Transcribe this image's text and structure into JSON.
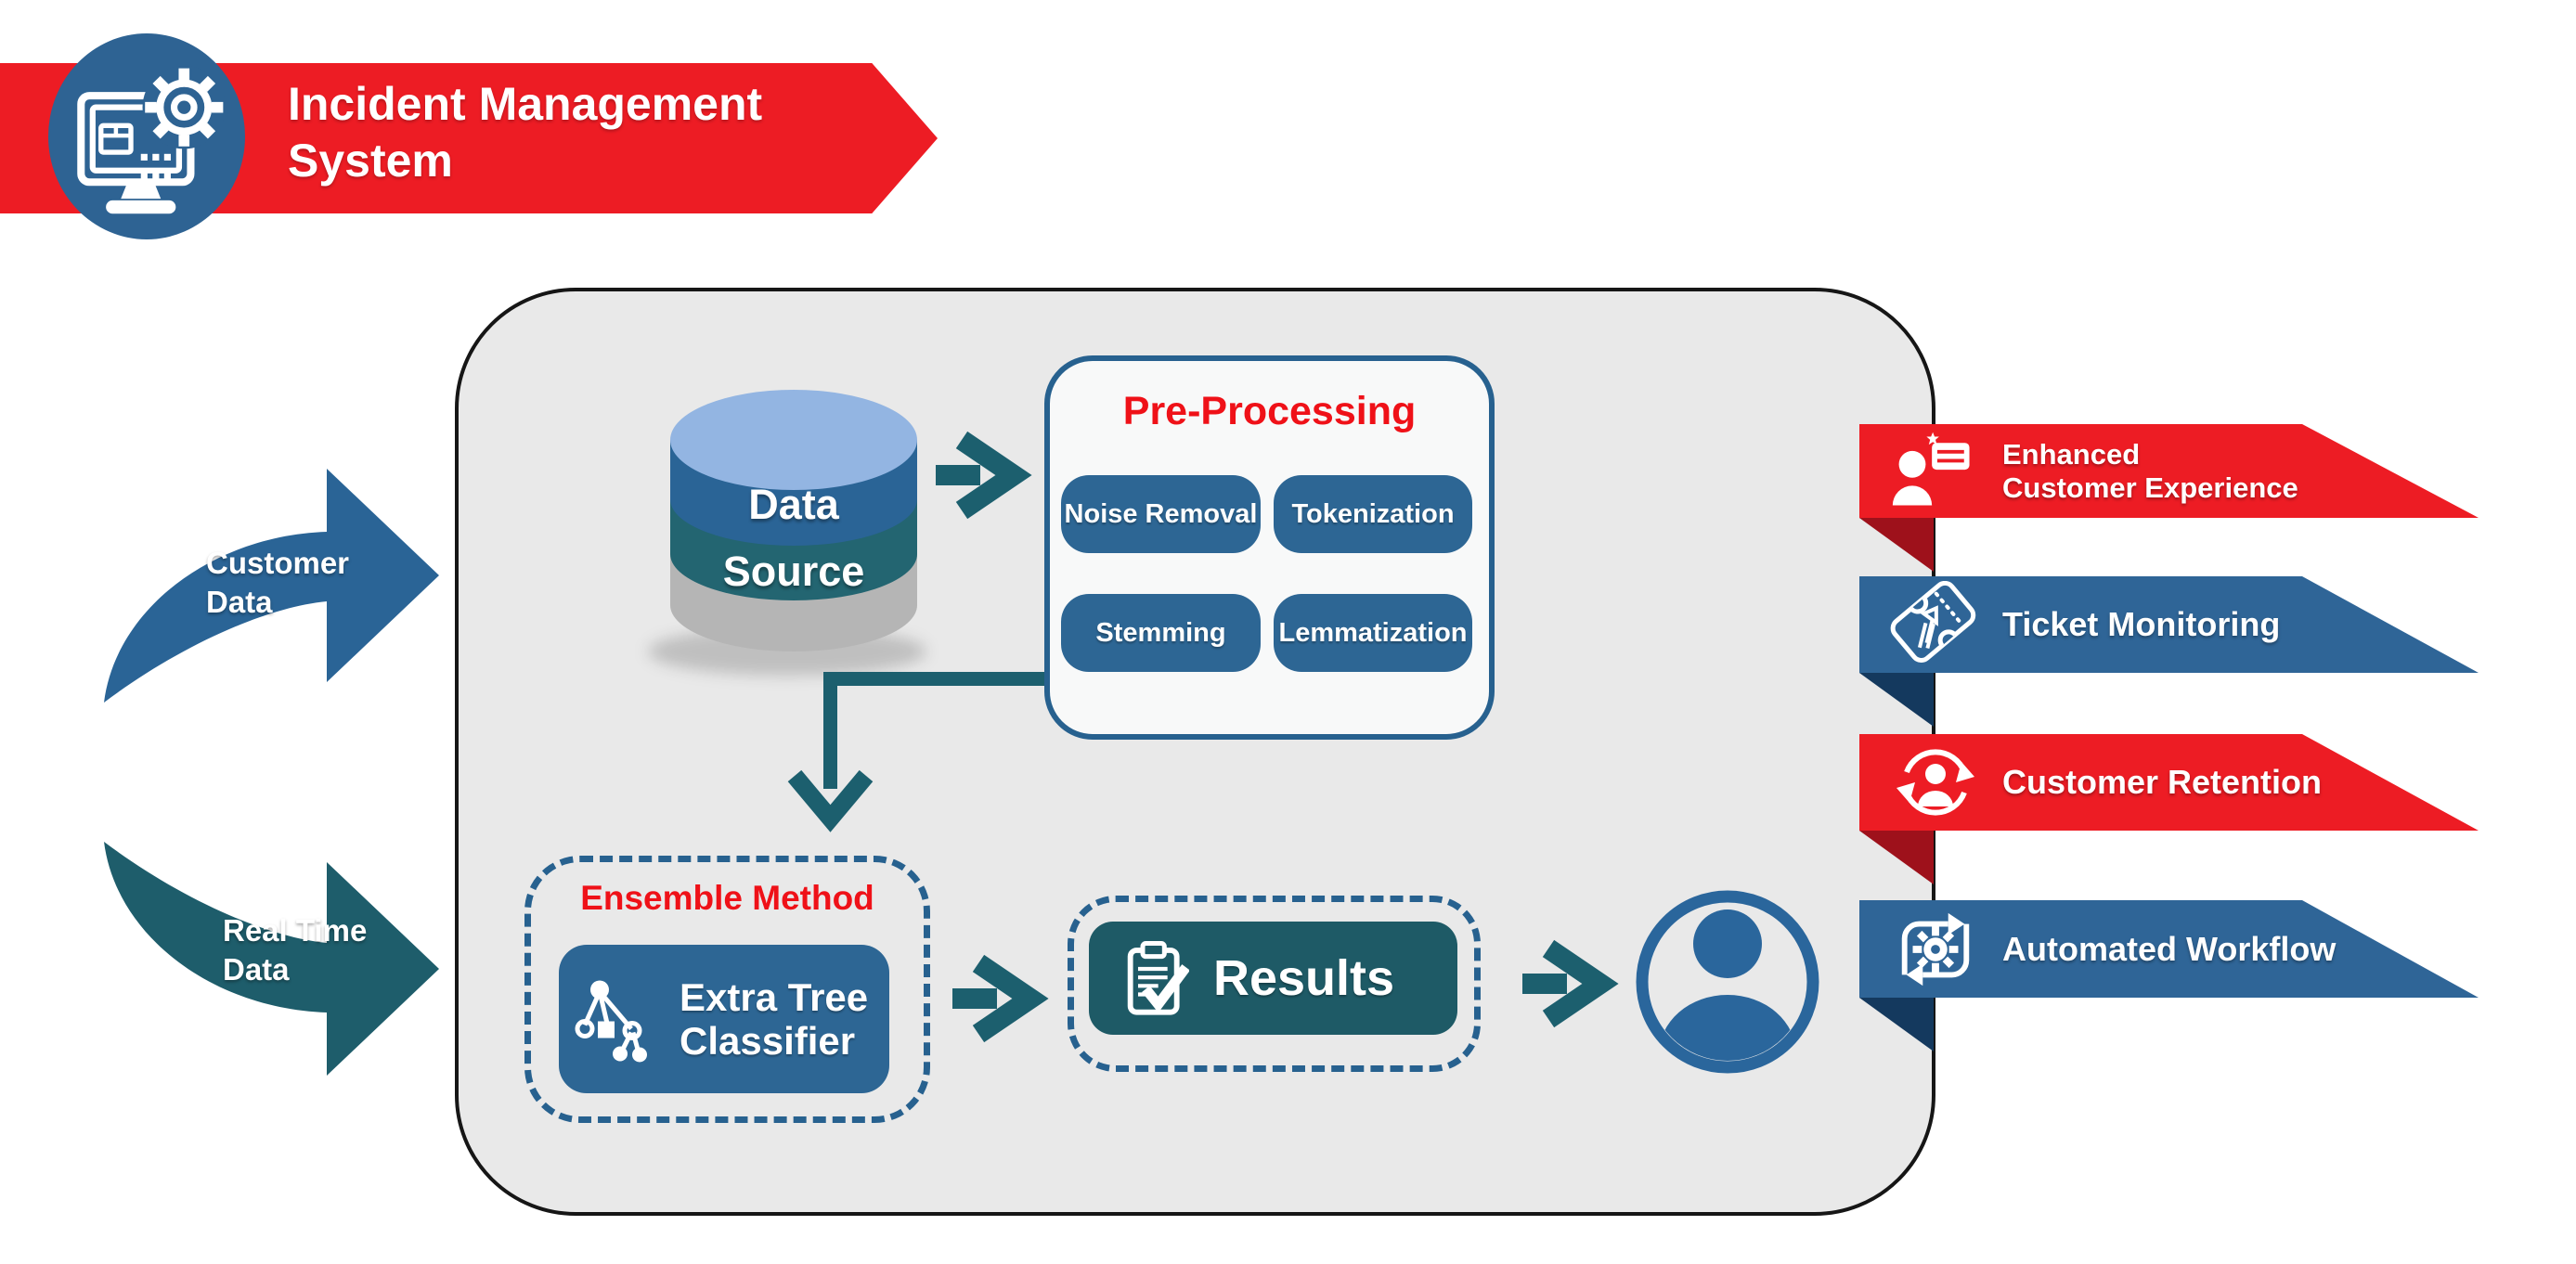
{
  "header": {
    "line1": "Incident Management",
    "line2": "System",
    "icon": "computer-gear-icon"
  },
  "input_arrows": [
    {
      "line1": "Customer",
      "line2": "Data",
      "color": "#2a6496"
    },
    {
      "line1": "Real Time",
      "line2": "Data",
      "color": "#1e5d6b"
    }
  ],
  "pipeline": {
    "data_source": {
      "line1": "Data",
      "line2": "Source",
      "icon": "database-cylinder-icon"
    },
    "preprocessing": {
      "title": "Pre-Processing",
      "steps": [
        "Noise Removal",
        "Tokenization",
        "Stemming",
        "Lemmatization"
      ]
    },
    "ensemble": {
      "title": "Ensemble Method",
      "classifier": {
        "line1": "Extra Tree",
        "line2": "Classifier"
      },
      "icon": "decision-tree-icon"
    },
    "results": {
      "label": "Results",
      "icon": "clipboard-check-icon"
    },
    "end_user": {
      "icon": "user-avatar-icon"
    }
  },
  "outcomes": [
    {
      "line1": "Enhanced",
      "line2": "Customer Experience",
      "icon": "customer-feedback-icon",
      "color": "#ed1c24"
    },
    {
      "line1": "Ticket Monitoring",
      "line2": "",
      "icon": "ticket-icon",
      "color": "#2f6597"
    },
    {
      "line1": "Customer Retention",
      "line2": "",
      "icon": "customer-retention-icon",
      "color": "#ed1c24"
    },
    {
      "line1": "Automated Workflow",
      "line2": "",
      "icon": "workflow-gear-icon",
      "color": "#2f6597"
    }
  ],
  "colors": {
    "banner_red": "#ed1c24",
    "banner_blue": "#2f6597",
    "button_blue": "#2d6694",
    "teal": "#1c5f6e",
    "results_teal": "#1e5a66",
    "title_red": "#ef1118",
    "fold_red": "#9e111b",
    "fold_navy": "#14395e",
    "panel_gray": "#e9e9e9"
  }
}
